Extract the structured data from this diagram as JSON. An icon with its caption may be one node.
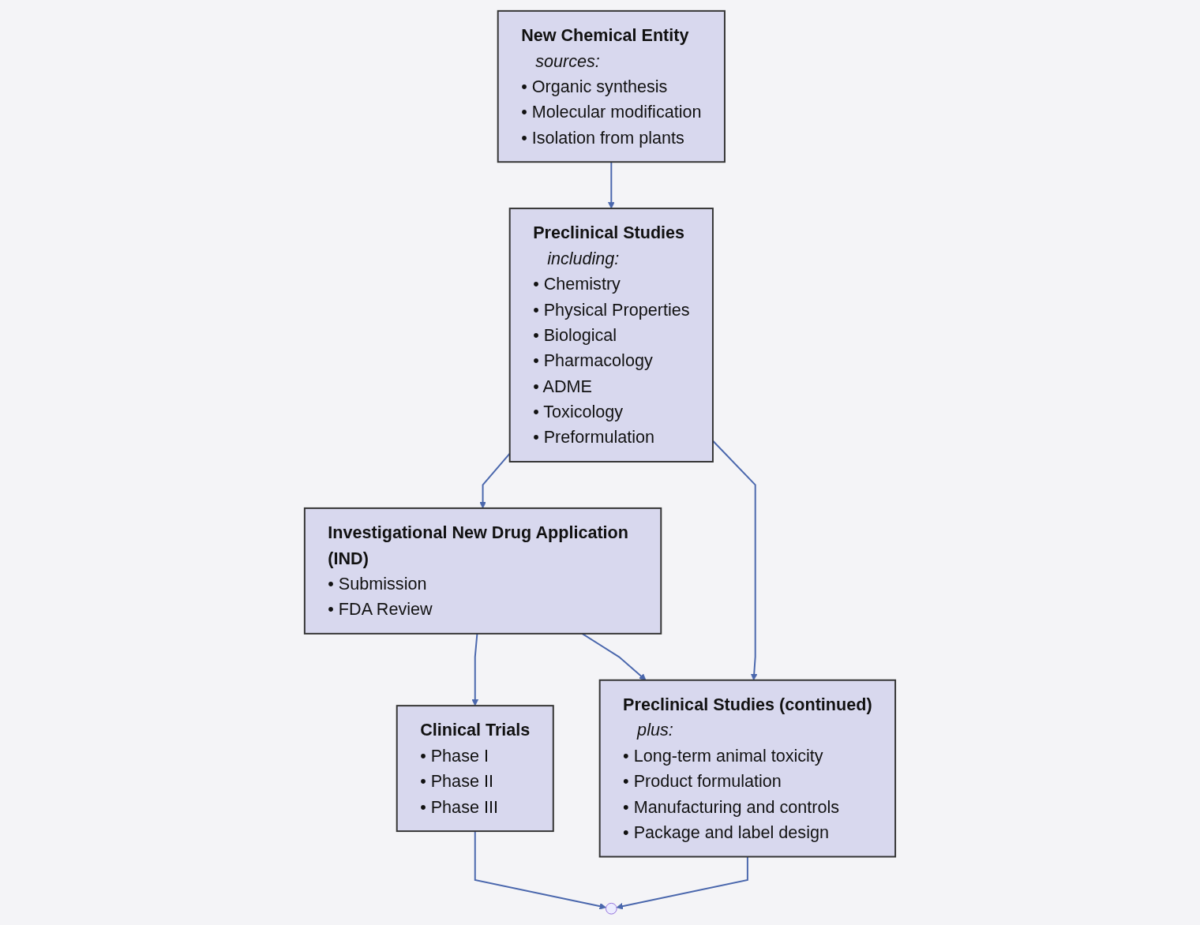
{
  "diagram": {
    "nodes": [
      {
        "text": [
          "New Chemical Entity",
          "sources:",
          "• Organic synthesis",
          "• Molecular modification",
          "• Isolation from plants"
        ]
      },
      {
        "text": [
          "Preclinical Studies",
          "including:",
          "• Chemistry",
          "• Physical Properties",
          "• Biological",
          "• Pharmacology",
          "• ADME",
          "• Toxicology",
          "• Preformulation"
        ]
      },
      {
        "text": [
          "Investigational New Drug Application (IND)",
          "• Submission",
          "• FDA Review"
        ]
      },
      {
        "text": [
          "Clinical Trials",
          "• Phase I",
          "• Phase II",
          "• Phase III"
        ]
      },
      {
        "text": [
          "Preclinical Studies (continued)",
          "plus:",
          "• Long-term animal toxicity",
          "• Product formulation",
          "• Manufacturing and controls",
          "• Package and label design"
        ]
      }
    ],
    "edges": [
      {
        "from": 0,
        "to": 1,
        "arrow": "to"
      },
      {
        "from": 1,
        "to": 2,
        "arrow": "to"
      },
      {
        "from": 2,
        "to": 3,
        "arrow": "to"
      },
      {
        "from": 2,
        "to": 4,
        "arrow": "to"
      },
      {
        "from": 1,
        "to": 4,
        "arrow": "to"
      },
      {
        "from": 3,
        "to": null,
        "arrow": "to"
      },
      {
        "from": 4,
        "to": null,
        "arrow": "to"
      }
    ]
  }
}
